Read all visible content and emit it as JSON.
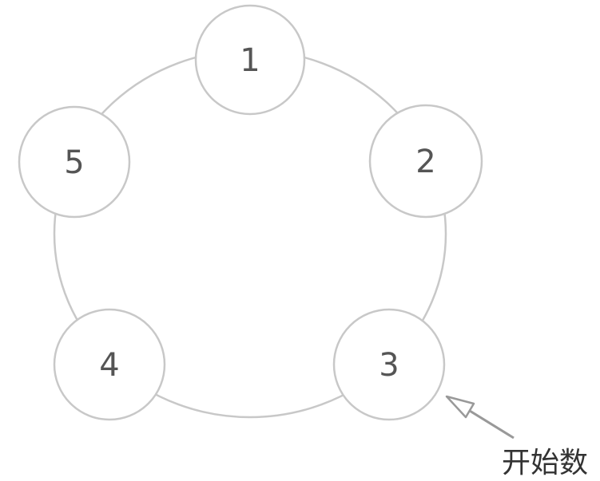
{
  "nodes": [
    {
      "label": "1"
    },
    {
      "label": "2"
    },
    {
      "label": "3"
    },
    {
      "label": "4"
    },
    {
      "label": "5"
    }
  ],
  "annotation": {
    "label": "开始数",
    "points_to": "3"
  },
  "colors": {
    "stroke": "#c8c8c8",
    "text": "#555555",
    "arrow": "#999999"
  }
}
